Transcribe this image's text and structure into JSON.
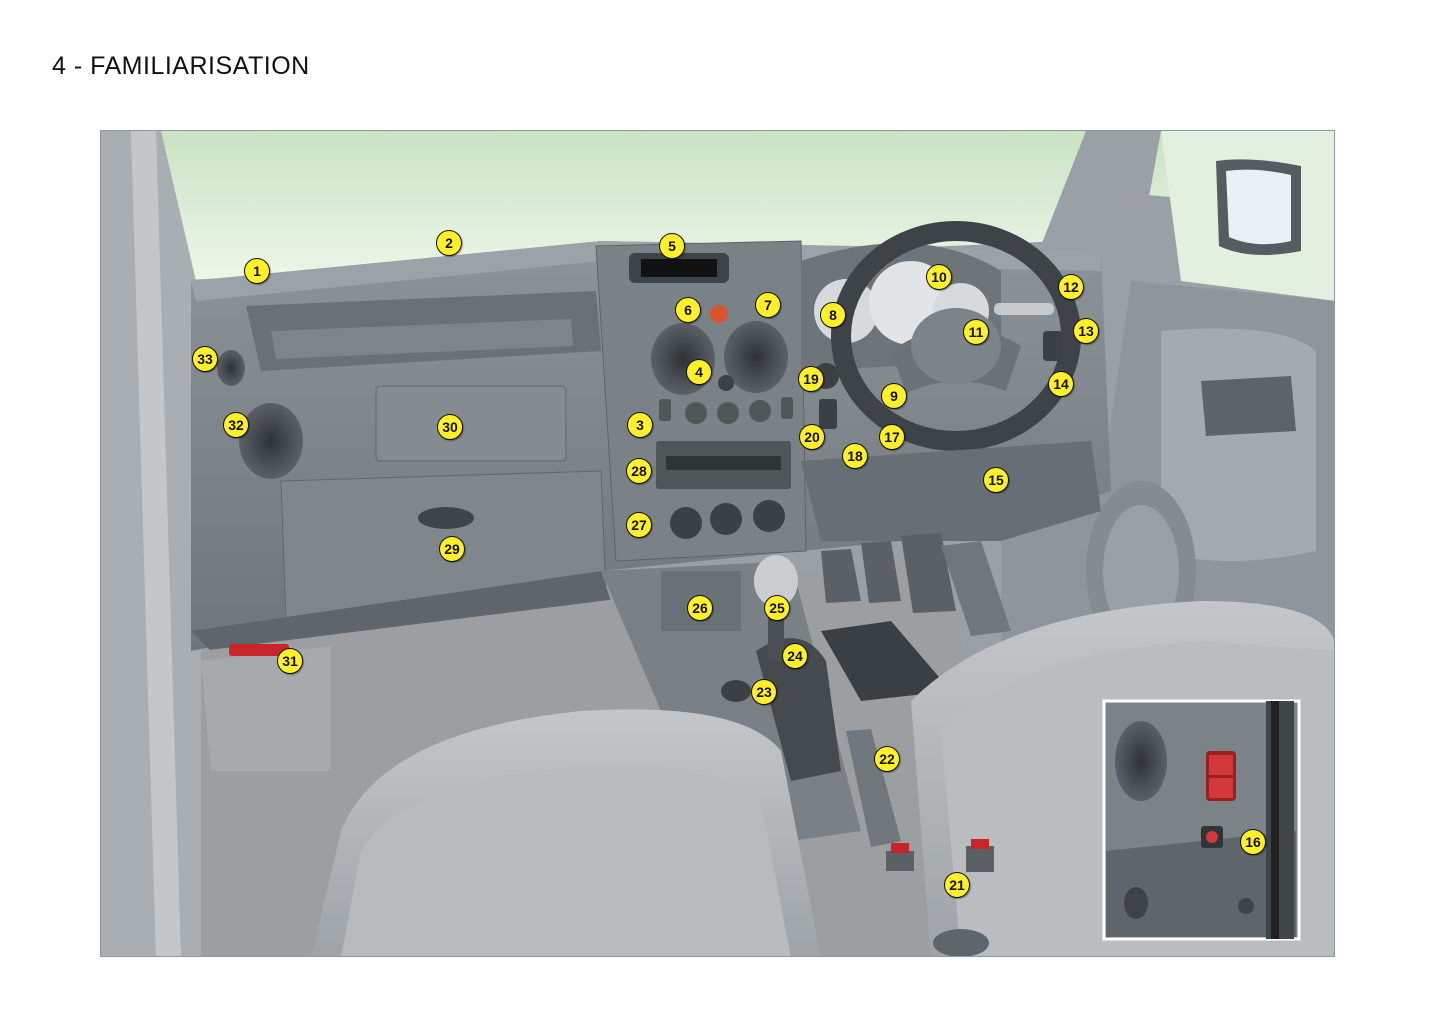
{
  "page": {
    "title": "4 - FAMILIARISATION"
  },
  "illustration": {
    "subject": "dashboard-interior-right-hand-drive"
  },
  "callouts": [
    {
      "id": "c1",
      "label": "1"
    },
    {
      "id": "c2",
      "label": "2"
    },
    {
      "id": "c3",
      "label": "3"
    },
    {
      "id": "c4",
      "label": "4"
    },
    {
      "id": "c5",
      "label": "5"
    },
    {
      "id": "c6",
      "label": "6"
    },
    {
      "id": "c7",
      "label": "7"
    },
    {
      "id": "c8",
      "label": "8"
    },
    {
      "id": "c9",
      "label": "9"
    },
    {
      "id": "c10",
      "label": "10"
    },
    {
      "id": "c11",
      "label": "11"
    },
    {
      "id": "c12",
      "label": "12"
    },
    {
      "id": "c13",
      "label": "13"
    },
    {
      "id": "c14",
      "label": "14"
    },
    {
      "id": "c15",
      "label": "15"
    },
    {
      "id": "c16",
      "label": "16"
    },
    {
      "id": "c17",
      "label": "17"
    },
    {
      "id": "c18",
      "label": "18"
    },
    {
      "id": "c19",
      "label": "19"
    },
    {
      "id": "c20",
      "label": "20"
    },
    {
      "id": "c21",
      "label": "21"
    },
    {
      "id": "c22",
      "label": "22"
    },
    {
      "id": "c23",
      "label": "23"
    },
    {
      "id": "c24",
      "label": "24"
    },
    {
      "id": "c25",
      "label": "25"
    },
    {
      "id": "c26",
      "label": "26"
    },
    {
      "id": "c27",
      "label": "27"
    },
    {
      "id": "c28",
      "label": "28"
    },
    {
      "id": "c29",
      "label": "29"
    },
    {
      "id": "c30",
      "label": "30"
    },
    {
      "id": "c31",
      "label": "31"
    },
    {
      "id": "c32",
      "label": "32"
    },
    {
      "id": "c33",
      "label": "33"
    }
  ],
  "colors": {
    "callout_fill": "#fff02a",
    "dashboard": "#7d858b",
    "windscreen": "#d9ecd6",
    "seat": "#b4b8bb"
  }
}
